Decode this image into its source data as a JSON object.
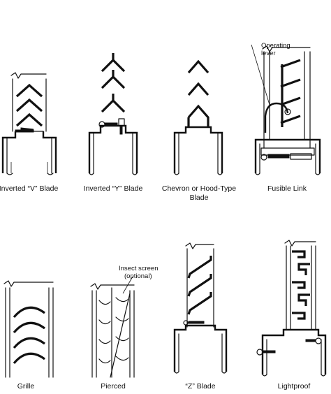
{
  "figures": [
    {
      "id": "inverted-v",
      "caption_lines": [
        "Inverted “V” Blade"
      ]
    },
    {
      "id": "inverted-y",
      "caption_lines": [
        "Inverted “Y” Blade"
      ]
    },
    {
      "id": "chevron",
      "caption_lines": [
        "Chevron or Hood-Type",
        "Blade"
      ]
    },
    {
      "id": "fusible-link",
      "caption_lines": [
        "Fusible Link"
      ],
      "callout_lines": [
        "Operating",
        "lever"
      ]
    },
    {
      "id": "grille",
      "caption_lines": [
        "Grille"
      ]
    },
    {
      "id": "pierced",
      "caption_lines": [
        "Pierced"
      ],
      "callout_lines": [
        "Insect screen",
        "(optional)"
      ]
    },
    {
      "id": "z-blade",
      "caption_lines": [
        "“Z” Blade"
      ]
    },
    {
      "id": "lightproof",
      "caption_lines": [
        "Lightproof"
      ]
    }
  ]
}
